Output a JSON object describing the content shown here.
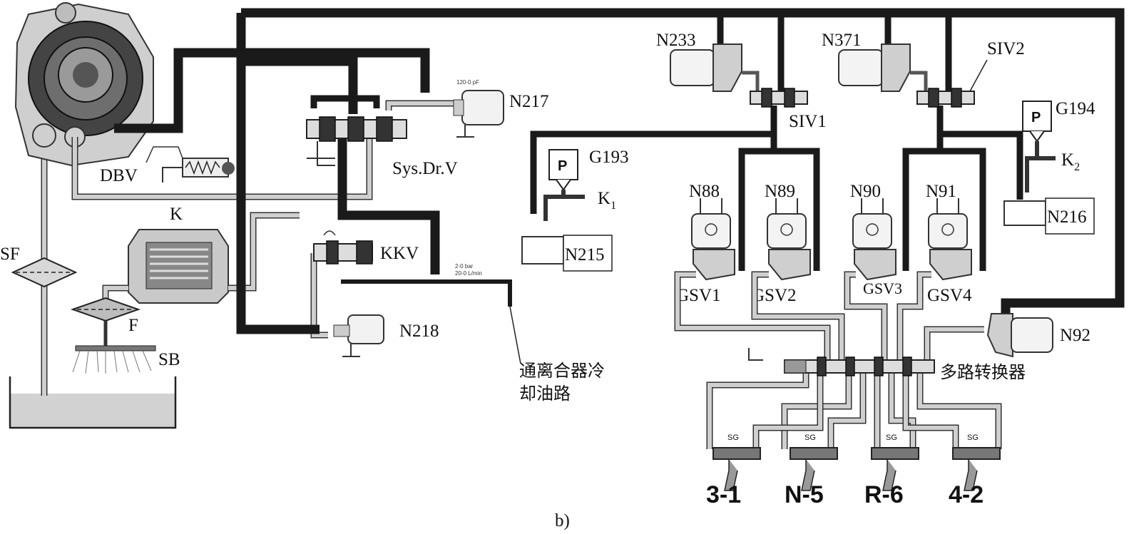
{
  "figure": {
    "caption": "b)"
  },
  "components": {
    "pump": {
      "label": ""
    },
    "dbv": {
      "label": "DBV"
    },
    "sf": {
      "label": "SF"
    },
    "sb": {
      "label": "SB"
    },
    "k": {
      "label": "K"
    },
    "f": {
      "label": "F"
    },
    "sys_dr_v": {
      "label": "Sys.Dr.V"
    },
    "n217": {
      "label": "N217",
      "tiny": "120-0 pF"
    },
    "kkv": {
      "label": "KKV",
      "tiny1": "2-0 bar",
      "tiny2": "20-0 L/min"
    },
    "n218": {
      "label": "N218"
    },
    "cooling": {
      "line1": "通离合器冷",
      "line2": "却油路"
    },
    "g193": {
      "label": "G193",
      "p": "P"
    },
    "k1": {
      "label": "K",
      "sub": "1"
    },
    "n215": {
      "label": "N215"
    },
    "n233": {
      "label": "N233"
    },
    "n371": {
      "label": "N371"
    },
    "siv1": {
      "label": "SIV1"
    },
    "siv2": {
      "label": "SIV2"
    },
    "g194": {
      "label": "G194",
      "p": "P"
    },
    "k2": {
      "label": "K",
      "sub": "2"
    },
    "n216": {
      "label": "N216"
    },
    "n88": {
      "label": "N88"
    },
    "n89": {
      "label": "N89"
    },
    "n90": {
      "label": "N90"
    },
    "n91": {
      "label": "N91"
    },
    "gsv1": {
      "label": "GSV1"
    },
    "gsv2": {
      "label": "GSV2"
    },
    "gsv3": {
      "label": "GSV3"
    },
    "gsv4": {
      "label": "GSV4"
    },
    "n92": {
      "label": "N92"
    },
    "multiplexer": {
      "label": "多路转换器"
    },
    "sg": {
      "label": "SG"
    },
    "gears": [
      "3-1",
      "N-5",
      "R-6",
      "4-2"
    ]
  }
}
